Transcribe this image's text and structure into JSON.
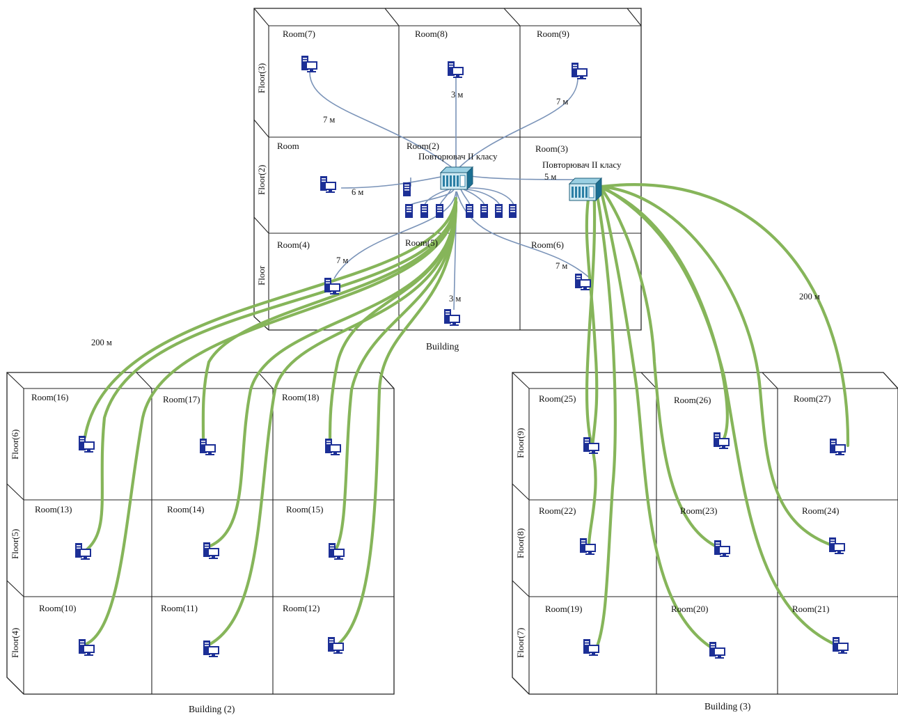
{
  "buildings": {
    "main": {
      "label": "Building",
      "floors": [
        "Floor(3)",
        "Floor(2)",
        "Floor"
      ],
      "rooms": [
        "Room(7)",
        "Room(8)",
        "Room(9)",
        "Room",
        "Room(2)",
        "Room(3)",
        "Room(4)",
        "Room(5)",
        "Room(6)"
      ]
    },
    "b2": {
      "label": "Building (2)",
      "floors": [
        "Floor(6)",
        "Floor(5)",
        "Floor(4)"
      ],
      "rooms": [
        "Room(16)",
        "Room(17)",
        "Room(18)",
        "Room(13)",
        "Room(14)",
        "Room(15)",
        "Room(10)",
        "Room(11)",
        "Room(12)"
      ]
    },
    "b3": {
      "label": "Building (3)",
      "floors": [
        "Floor(9)",
        "Floor(8)",
        "Floor(7)"
      ],
      "rooms": [
        "Room(25)",
        "Room(26)",
        "Room(27)",
        "Room(22)",
        "Room(23)",
        "Room(24)",
        "Room(19)",
        "Room(20)",
        "Room(21)"
      ]
    }
  },
  "repeaters": [
    "Повторювач II класу",
    "Повторювач II класу"
  ],
  "distances": {
    "r7": "7 м",
    "r8": "3 м",
    "r9": "7 м",
    "r1": "6 м",
    "r3": "5 м",
    "r4": "7 м",
    "r5": "3 м",
    "r6": "7 м",
    "b2": "200 м",
    "b3": "200 м"
  },
  "colors": {
    "copper_cable": "#7a93b8",
    "fiber_cable": "#86b55a",
    "computer": "#1c2f96",
    "repeater": "#5aa4c4"
  },
  "icons": [
    "computer-icon",
    "repeater-icon",
    "server-icon"
  ]
}
